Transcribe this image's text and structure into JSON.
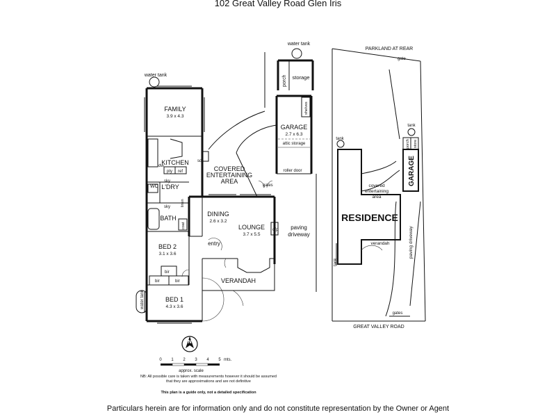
{
  "title": "102 Great Valley Road Glen Iris",
  "footer": "Particulars herein are for information only and do not constitute representation by the Owner or Agent",
  "rooms": {
    "family": {
      "name": "FAMILY",
      "dims": "3.9 x 4.3"
    },
    "kitchen": {
      "name": "KITCHEN"
    },
    "covered": {
      "line1": "COVERED",
      "line2": "ENTERTAINING",
      "line3": "AREA"
    },
    "ldry": {
      "name": "L'DRY"
    },
    "dining": {
      "name": "DINING",
      "dims": "2.6 x 3.2"
    },
    "lounge": {
      "name": "LOUNGE",
      "dims": "3.7 x 5.5"
    },
    "bath": {
      "name": "BATH"
    },
    "bed2": {
      "name": "BED 2",
      "dims": "3.1 x 3.6"
    },
    "bed1": {
      "name": "BED 1",
      "dims": "4.3 x 3.6"
    },
    "verandah": {
      "name": "VERANDAH"
    },
    "garage": {
      "name": "GARAGE",
      "dims": "2.7 x 6.3"
    },
    "entry": {
      "name": "entry"
    },
    "porch": {
      "name": "porch"
    },
    "storage": {
      "name": "storage"
    }
  },
  "small_labels": {
    "water_tank": "water tank",
    "dw": "dw",
    "pty": "pty",
    "ref": "ref",
    "wc": "WC",
    "sky": "sky",
    "linen": "linen",
    "coat": "coat",
    "bir": "bir",
    "sd": "sd",
    "ofp": "ofp",
    "gates": "gates",
    "roller_door": "roller door",
    "attic_storage": "attic storage",
    "shelves": "shelves",
    "paving_driveway_1": "paving",
    "paving_driveway_2": "driveway",
    "water_tank_short": "water tank"
  },
  "site": {
    "parkland": "PARKLAND AT REAR",
    "gate": "gate",
    "tank": "tank",
    "porch": "porch",
    "store": "store",
    "garage": "GARAGE",
    "covered1": "covered",
    "covered2": "entertaining",
    "covered3": "area",
    "residence": "RESIDENCE",
    "verandah": "verandah",
    "paving_driveway": "paving driveway",
    "gates": "gates",
    "road": "GREAT VALLEY ROAD"
  },
  "scale": {
    "ticks": [
      "0",
      "1",
      "2",
      "3",
      "4",
      "5"
    ],
    "unit": "mts.",
    "label": "approx. scale",
    "nb": "NB: All possible care is taken with measurements however it should be assumed that they are approximations and are not definitive",
    "disclaimer": "This plan is a guide only, not a detailed specification"
  },
  "compass_letter": "N"
}
